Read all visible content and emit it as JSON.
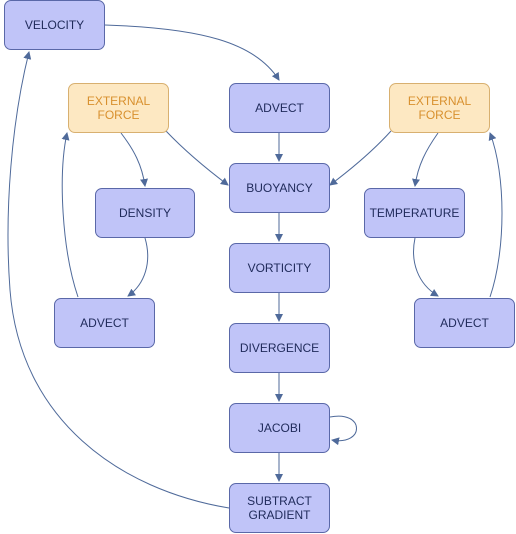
{
  "nodes": {
    "velocity": "VELOCITY",
    "advect_main": "ADVECT",
    "buoyancy": "BUOYANCY",
    "vorticity": "VORTICITY",
    "divergence": "DIVERGENCE",
    "jacobi": "JACOBI",
    "subtract_gradient": "SUBTRACT\nGRADIENT",
    "external_force_left": "EXTERNAL\nFORCE",
    "density": "DENSITY",
    "advect_left": "ADVECT",
    "external_force_right": "EXTERNAL\nFORCE",
    "temperature": "TEMPERATURE",
    "advect_right": "ADVECT"
  },
  "colors": {
    "node_fill": "#c0c4f8",
    "node_stroke": "#5a68a8",
    "force_fill": "#fde8c2",
    "force_stroke": "#d8b070",
    "force_text": "#d8902e",
    "edge": "#4f6a9a"
  }
}
